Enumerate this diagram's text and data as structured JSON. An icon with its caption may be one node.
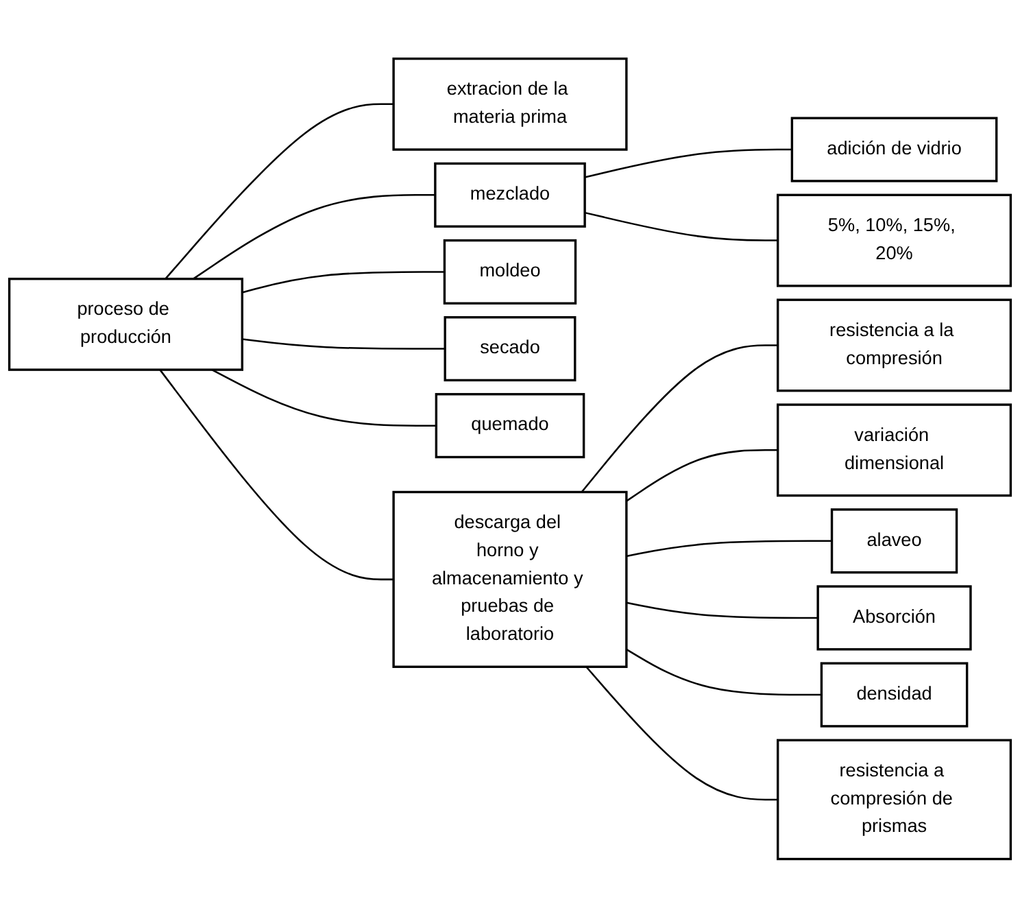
{
  "diagram": {
    "nodes": [
      {
        "text": [
          "proceso de producción"
        ]
      },
      {
        "text": [
          "extracion de la materia prima"
        ]
      },
      {
        "text": [
          "mezclado"
        ]
      },
      {
        "text": [
          "moldeo"
        ]
      },
      {
        "text": [
          "secado"
        ]
      },
      {
        "text": [
          "quemado"
        ]
      },
      {
        "text": [
          "descarga del horno y almacenamiento y pruebas de laboratorio"
        ]
      },
      {
        "text": [
          "adición de vidrio"
        ]
      },
      {
        "text": [
          "5%, 10%, 15%, 20%"
        ]
      },
      {
        "text": [
          "resistencia a la compresión"
        ]
      },
      {
        "text": [
          "variación dimensional"
        ]
      },
      {
        "text": [
          "alaveo"
        ]
      },
      {
        "text": [
          "Absorción"
        ]
      },
      {
        "text": [
          "densidad"
        ]
      },
      {
        "text": [
          "resistencia a compresión de prismas"
        ]
      }
    ],
    "edges": [
      {
        "from": 0,
        "to": 1,
        "arrow": "none"
      },
      {
        "from": 0,
        "to": 2,
        "arrow": "none"
      },
      {
        "from": 0,
        "to": 3,
        "arrow": "none"
      },
      {
        "from": 0,
        "to": 4,
        "arrow": "none"
      },
      {
        "from": 0,
        "to": 5,
        "arrow": "none"
      },
      {
        "from": 0,
        "to": 6,
        "arrow": "none"
      },
      {
        "from": 2,
        "to": 7,
        "arrow": "none"
      },
      {
        "from": 2,
        "to": 8,
        "arrow": "none"
      },
      {
        "from": 6,
        "to": 9,
        "arrow": "none"
      },
      {
        "from": 6,
        "to": 10,
        "arrow": "none"
      },
      {
        "from": 6,
        "to": 11,
        "arrow": "none"
      },
      {
        "from": 6,
        "to": 12,
        "arrow": "none"
      },
      {
        "from": 6,
        "to": 13,
        "arrow": "none"
      },
      {
        "from": 6,
        "to": 14,
        "arrow": "none"
      }
    ]
  }
}
